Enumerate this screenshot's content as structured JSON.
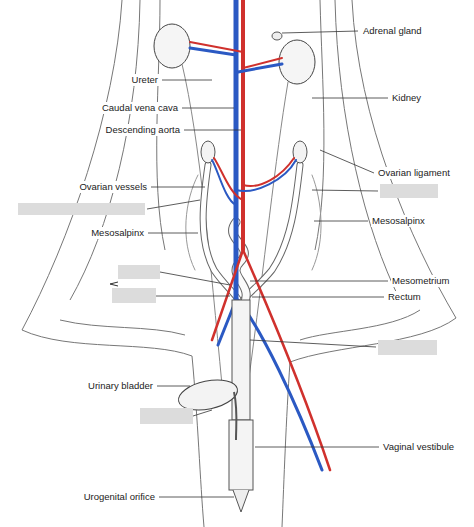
{
  "diagram": {
    "labels": [
      "Adrenal gland",
      "Ureter",
      "Kidney",
      "Caudal vena cava",
      "Descending aorta",
      "Ovarian ligament",
      "Ovarian vessels",
      "Mesosalpinx",
      "Mesosalpinx",
      "Mesometrium",
      "Rectum",
      "Urinary bladder",
      "Vaginal vestibule",
      "Urogenital orifice"
    ]
  }
}
